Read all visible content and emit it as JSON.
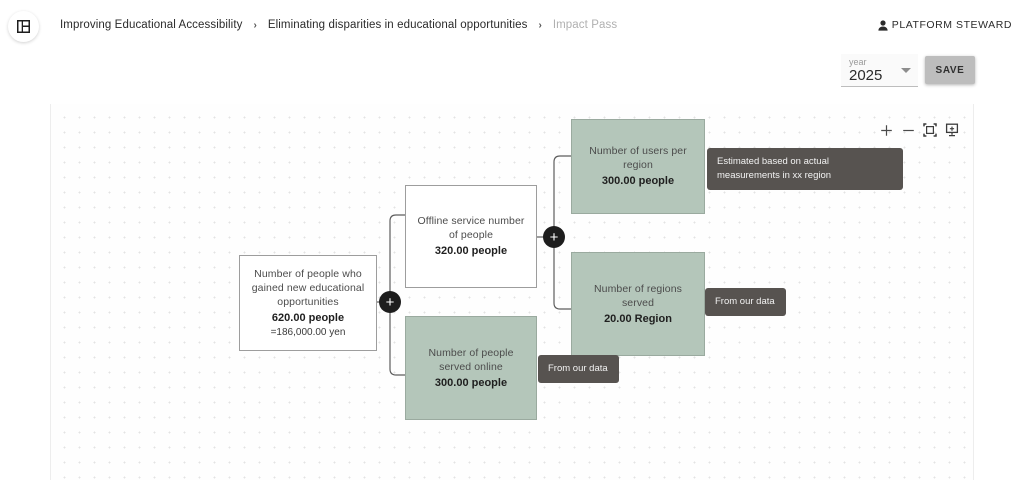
{
  "topbar": {
    "logo_icon": "dashboard-grid-icon",
    "breadcrumb": [
      {
        "label": "Improving Educational Accessibility",
        "muted": false
      },
      {
        "label": "Eliminating disparities in educational opportunities",
        "muted": false
      },
      {
        "label": "Impact Pass",
        "muted": true
      }
    ],
    "separator": "›",
    "user": {
      "icon": "person-icon",
      "label": "PLATFORM STEWARD"
    }
  },
  "controls": {
    "year_select": {
      "label": "year",
      "value": "2025",
      "caret_icon": "chevron-down-icon"
    },
    "save_label": "SAVE"
  },
  "canvas": {
    "toolbar": [
      {
        "name": "zoom-in-icon",
        "glyph": "+"
      },
      {
        "name": "zoom-out-icon",
        "glyph": "−"
      },
      {
        "name": "fit-to-screen-icon",
        "glyph": "fit"
      },
      {
        "name": "export-screen-icon",
        "glyph": "export"
      }
    ],
    "plus_connectors": [
      {
        "name": "add-connector-left",
        "glyph": "+"
      },
      {
        "name": "add-connector-right",
        "glyph": "+"
      }
    ],
    "nodes": [
      {
        "name": "node-people-gained-opportunities",
        "style": "white",
        "title": "Number of people who gained new educational opportunities",
        "value": "620.00 people",
        "sub": "=186,000.00 yen"
      },
      {
        "name": "node-offline-service-people",
        "style": "white",
        "title": "Offline service number of people",
        "value": "320.00 people",
        "sub": ""
      },
      {
        "name": "node-people-served-online",
        "style": "green",
        "title": "Number of people served online",
        "value": "300.00 people",
        "sub": ""
      },
      {
        "name": "node-users-per-region",
        "style": "green",
        "title": "Number of users per region",
        "value": "300.00 people",
        "sub": ""
      },
      {
        "name": "node-regions-served",
        "style": "green",
        "title": "Number of regions served",
        "value": "20.00 Region",
        "sub": ""
      }
    ],
    "tooltips": [
      {
        "name": "tooltip-users-per-region",
        "text": "Estimated based on actual measurements in xx region"
      },
      {
        "name": "tooltip-regions-served",
        "text": "From our data"
      },
      {
        "name": "tooltip-people-served-online",
        "text": "From our data"
      }
    ]
  },
  "colors": {
    "node_green": "#b4c6ba",
    "tooltip_bg": "#575350",
    "save_bg": "#bdbdbd"
  }
}
